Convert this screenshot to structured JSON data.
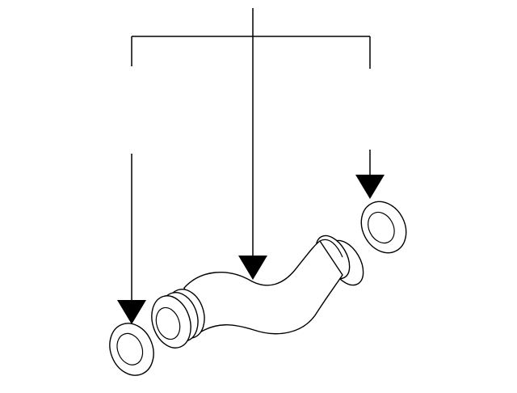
{
  "diagram": {
    "type": "exploded-parts-diagram",
    "description_visible_text": "",
    "parts": [
      {
        "name": "left-gasket",
        "icon": "ring-gasket"
      },
      {
        "name": "pipe",
        "icon": "curved-pipe-with-flanges"
      },
      {
        "name": "right-gasket",
        "icon": "ring-gasket"
      }
    ],
    "line_color": "#000000",
    "background": "#ffffff"
  }
}
